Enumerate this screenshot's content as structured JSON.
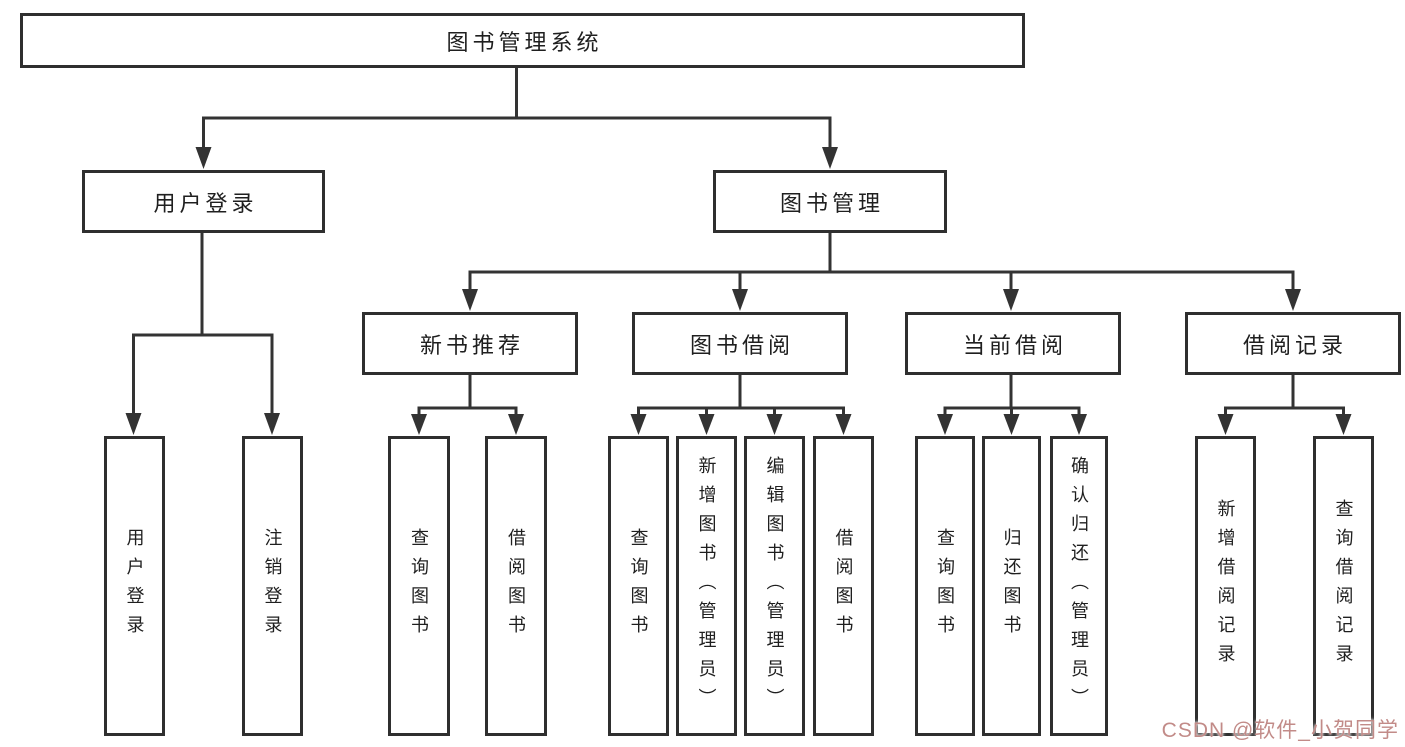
{
  "diagram": {
    "title_node": {
      "label": "图书管理系统"
    },
    "branches": [
      {
        "label": "用户登录",
        "leaves": [
          "用户登录",
          "注销登录"
        ]
      },
      {
        "label": "图书管理",
        "groups": [
          {
            "label": "新书推荐",
            "leaves": [
              "查询图书",
              "借阅图书"
            ]
          },
          {
            "label": "图书借阅",
            "leaves": [
              "查询图书",
              "新增图书（管理员）",
              "编辑图书（管理员）",
              "借阅图书"
            ]
          },
          {
            "label": "当前借阅",
            "leaves": [
              "查询图书",
              "归还图书",
              "确认归还（管理员）"
            ]
          },
          {
            "label": "借阅记录",
            "leaves": [
              "新增借阅记录",
              "查询借阅记录"
            ]
          }
        ]
      }
    ]
  },
  "watermark": {
    "text": "CSDN @软件_小贺同学"
  },
  "style": {
    "line_color": "#333333",
    "box_border_color": "#2f2f2f",
    "text_color": "#1f1f1f",
    "watermark_color": "#c28b88",
    "background": "#ffffff"
  }
}
